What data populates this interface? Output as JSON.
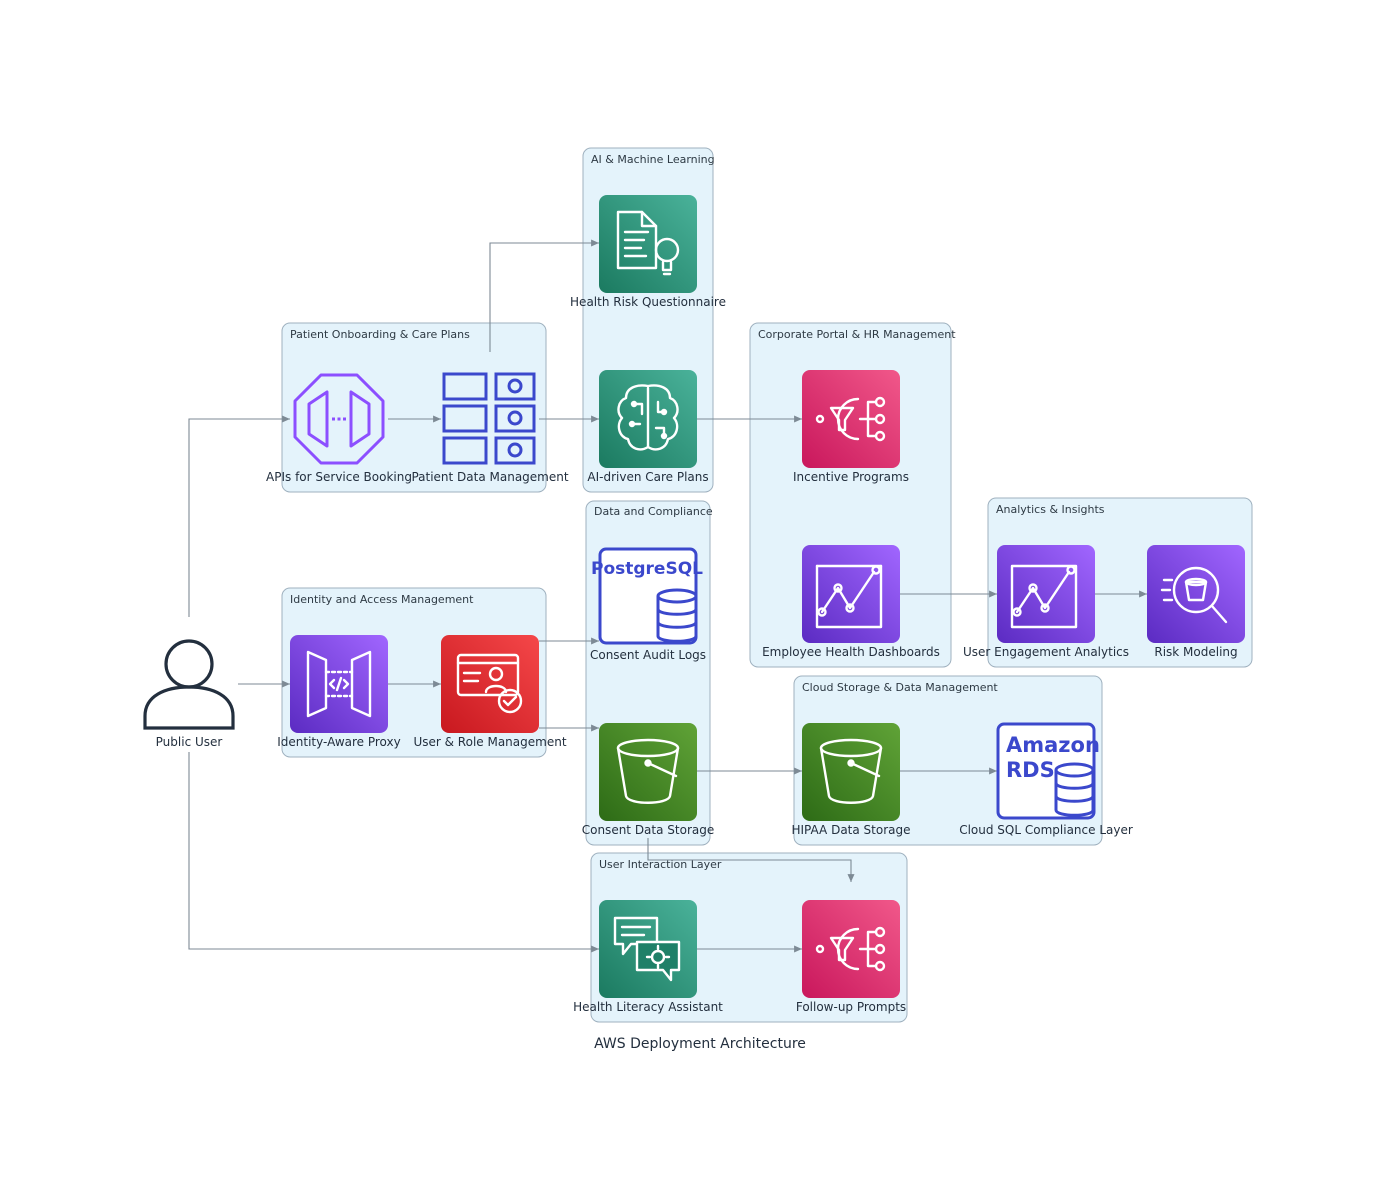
{
  "diagram": {
    "title": "AWS Deployment Architecture",
    "clusters": {
      "ai_ml": "AI & Machine Learning",
      "onboarding": "Patient Onboarding & Care Plans",
      "corporate": "Corporate Portal & HR Management",
      "data_compliance": "Data and Compliance",
      "analytics": "Analytics & Insights",
      "identity": "Identity and Access Management",
      "cloud_storage": "Cloud Storage & Data Management",
      "user_interaction": "User Interaction Layer"
    },
    "nodes": {
      "public_user": "Public User",
      "apis_booking": "APIs for Service Booking",
      "patient_data": "Patient Data Management",
      "health_risk": "Health Risk Questionnaire",
      "ai_care_plans": "AI-driven Care Plans",
      "incentive_programs": "Incentive Programs",
      "employee_dashboards": "Employee Health Dashboards",
      "engagement_analytics": "User Engagement Analytics",
      "risk_modeling": "Risk Modeling",
      "identity_proxy": "Identity-Aware Proxy",
      "user_role_mgmt": "User & Role Management",
      "consent_audit_logs": "Consent Audit Logs",
      "consent_storage": "Consent Data Storage",
      "hipaa_storage": "HIPAA Data Storage",
      "cloud_sql_layer": "Cloud SQL Compliance Layer",
      "health_literacy": "Health Literacy Assistant",
      "follow_up_prompts": "Follow-up Prompts"
    },
    "icon_text": {
      "postgresql": "PostgreSQL",
      "amazon": "Amazon",
      "rds": "RDS"
    },
    "colors": {
      "green_teal": [
        "#4ab29a",
        "#1b7a60"
      ],
      "pink": [
        "#f1588a",
        "#c9175c"
      ],
      "purple": [
        "#a166ff",
        "#5b2bc2"
      ],
      "red": [
        "#f54749",
        "#c8181f"
      ],
      "s3_green": [
        "#60a337",
        "#2d6b16"
      ],
      "db_blue": "#3b48cc",
      "api_purple": "#8c4fff",
      "user_dark": "#232f3e"
    }
  }
}
